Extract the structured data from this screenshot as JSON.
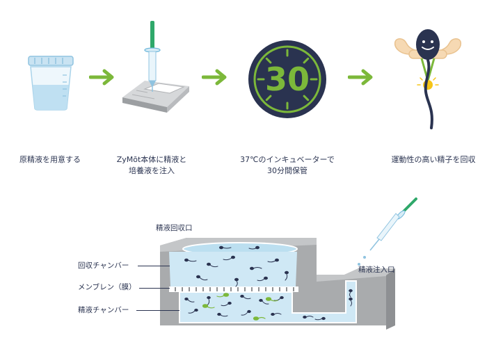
{
  "steps": [
    {
      "label": "原精液を用意する",
      "icon": "specimen-cup-icon"
    },
    {
      "label_line1": "ZyMōt本体に精液と",
      "label_line2": "培養液を注入",
      "icon": "syringe-device-icon"
    },
    {
      "timer_value": "30",
      "label_line1": "37℃のインキュベーターで",
      "label_line2": "30分間保管",
      "icon": "timer-icon"
    },
    {
      "label": "運動性の高い精子を回収",
      "icon": "strong-sperm-icon"
    }
  ],
  "device": {
    "collection_port": "精液回収口",
    "injection_port": "精液注入口",
    "collection_chamber": "回収チャンバー",
    "membrane": "メンブレン（膜）",
    "sample_chamber": "精液チャンバー"
  },
  "colors": {
    "navy": "#2a3350",
    "green": "#7cb83a",
    "gray": "#a9abad",
    "light_blue": "#d7ecf6"
  }
}
